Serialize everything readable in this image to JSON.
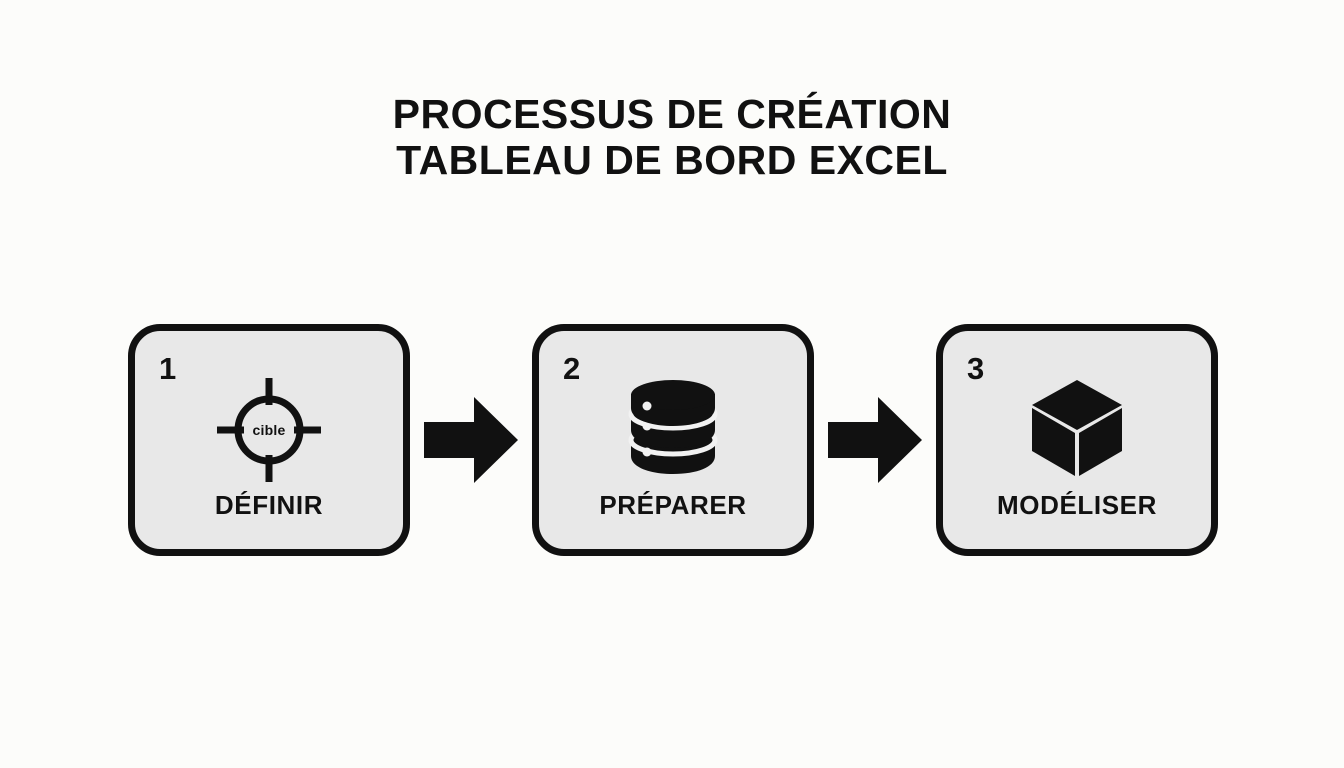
{
  "title": {
    "line1": "PROCESSUS DE CRÉATION",
    "line2": "TABLEAU DE BORD EXCEL"
  },
  "colors": {
    "background": "#fcfcfa",
    "card_fill": "#e8e8e8",
    "ink": "#111111"
  },
  "steps": [
    {
      "number": "1",
      "label": "DÉFINIR",
      "icon": "target-crosshair-icon",
      "icon_text": "cible"
    },
    {
      "number": "2",
      "label": "PRÉPARER",
      "icon": "database-stack-icon",
      "icon_text": ""
    },
    {
      "number": "3",
      "label": "MODÉLISER",
      "icon": "cube-3d-icon",
      "icon_text": ""
    }
  ],
  "arrows": [
    {
      "name": "arrow-right-icon-1"
    },
    {
      "name": "arrow-right-icon-2"
    }
  ]
}
